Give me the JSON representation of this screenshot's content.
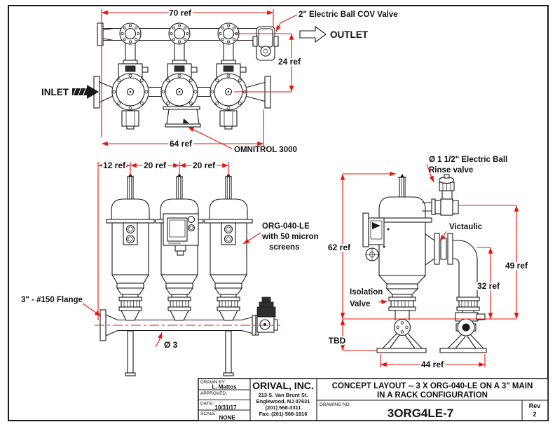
{
  "colors": {
    "line": "#1a1a1a",
    "dimension_red": "#e8140c",
    "paper": "#ffffff"
  },
  "top_view": {
    "inlet": "INLET",
    "outlet": "OUTLET",
    "cov_valve_label": "2\" Electric Ball COV Valve",
    "omnitrol_label": "OMNITROL 3000",
    "dim_width_top": "70 ref",
    "dim_height": "24 ref",
    "dim_width_bottom": "64 ref"
  },
  "front_view": {
    "dim_left": "12 ref",
    "dim_mid": "20 ref",
    "dim_right": "20 ref",
    "filter_label_1": "ORG-040-LE",
    "filter_label_2": "with 50 micron",
    "filter_label_3": "screens",
    "flange_label": "3\" - #150 Flange",
    "pipe_label": "Ø 3"
  },
  "side_view": {
    "rinse_label_1": "Ø 1 1/2\" Electric Ball",
    "rinse_label_2": "Rinse valve",
    "victaulic_label": "Victaulic",
    "isolation_label_1": "Isolation",
    "isolation_label_2": "Valve",
    "dim_total_height": "62 ref",
    "dim_outlet_height": "49 ref",
    "dim_valve_height": "32 ref",
    "dim_base_width": "44 ref",
    "dim_tbd": "TBD"
  },
  "title_block": {
    "drawn_by_label": "DRAWN BY:",
    "drawn_by": "L. Mattos",
    "approved_label": "APPROVED:",
    "date_label": "DATE:",
    "date": "10/31/17",
    "scale_label": "SCALE:",
    "scale": "NONE",
    "company": "ORIVAL, INC.",
    "address_1": "213 S. Van Brunt St.",
    "address_2": "Englewood, NJ 07631",
    "address_3": "(201) 568-3311",
    "address_4": "Fax: (201) 568-1916",
    "title_1": "CONCEPT LAYOUT -- 3 X ORG-040-LE ON A 3\" MAIN",
    "title_2": "IN A RACK CONFIGURATION",
    "drawing_no_label": "DRAWING NO.",
    "drawing_no": "3ORG4LE-7",
    "rev_label": "Rev",
    "rev": "2"
  }
}
